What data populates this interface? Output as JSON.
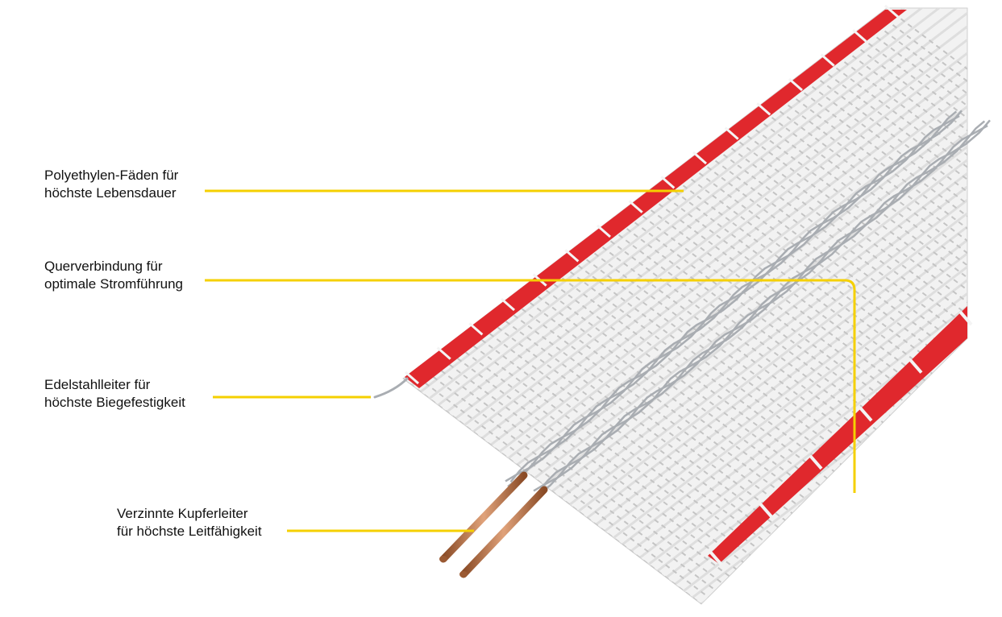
{
  "colors": {
    "leader": "#f5d000",
    "tape_edge": "#e0282d",
    "weave_thread": "#dedede",
    "stainless_wire": "#a9adb2",
    "copper": "#c07a4e"
  },
  "callouts": [
    {
      "id": "polyethylen",
      "line1": "Polyethylen-Fäden für",
      "line2": "höchste Lebensdauer"
    },
    {
      "id": "querverbindung",
      "line1": "Querverbindung für",
      "line2": "optimale Stromführung"
    },
    {
      "id": "edelstahl",
      "line1": "Edelstahlleiter für",
      "line2": "höchste Biegefestigkeit"
    },
    {
      "id": "kupfer",
      "line1": "Verzinnte Kupferleiter",
      "line2": "für höchste Leitfähigkeit"
    }
  ]
}
